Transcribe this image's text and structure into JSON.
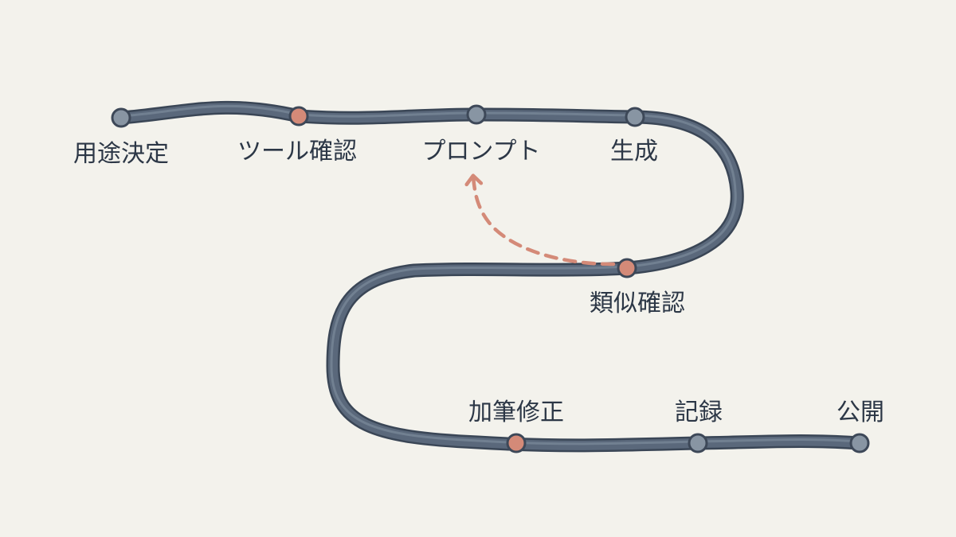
{
  "colors": {
    "background": "#f3f2ec",
    "path_stroke": "#4d5b6e",
    "path_highlight": "#8593a4",
    "path_outline": "#3a4656",
    "node_normal": "#8895a3",
    "node_highlight": "#d48a78",
    "node_outline": "#3d4858",
    "loop_arrow": "#d48a78",
    "label_text": "#2c3746"
  },
  "steps": [
    {
      "id": "purpose",
      "label": "用途決定",
      "highlight": false
    },
    {
      "id": "tool-check",
      "label": "ツール確認",
      "highlight": true
    },
    {
      "id": "prompt",
      "label": "プロンプト",
      "highlight": false
    },
    {
      "id": "generate",
      "label": "生成",
      "highlight": false
    },
    {
      "id": "similarity-check",
      "label": "類似確認",
      "highlight": true
    },
    {
      "id": "edit",
      "label": "加筆修正",
      "highlight": true
    },
    {
      "id": "record",
      "label": "記録",
      "highlight": false
    },
    {
      "id": "publish",
      "label": "公開",
      "highlight": false
    }
  ],
  "loop_back": {
    "from": "similarity-check",
    "to": "prompt",
    "style": "dashed"
  }
}
